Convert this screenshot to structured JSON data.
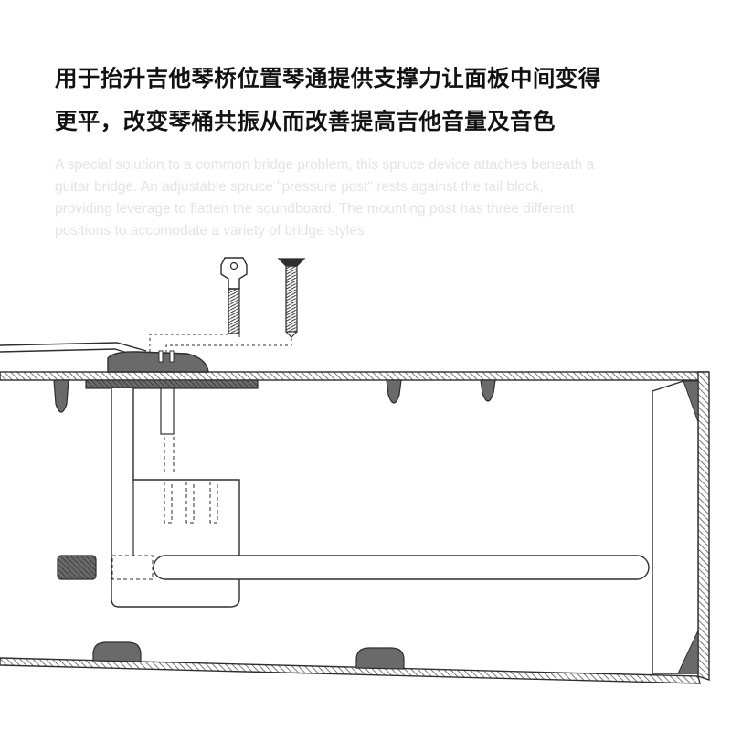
{
  "heading": {
    "line1": "用于抬升吉他琴桥位置琴通提供支撑力让面板中间变得",
    "line2": "更平，改变琴桶共振从而改善提高吉他音量及音色"
  },
  "description": {
    "lines": [
      "A special solution to a common bridge problem, this spruce device attaches beneath a",
      "guitar bridge. An adjustable spruce \"pressure post\" rests against the tail block,",
      "providing leverage to flatten the soundboard. The mounting post has three different",
      "positions to accomodate a variety of bridge styles"
    ]
  },
  "colors": {
    "ink": "#2e2e2e",
    "dark-gray": "#6a6a6a",
    "hatch": "#555555",
    "description-text": "#e4e4e4",
    "title-text": "#111111"
  }
}
